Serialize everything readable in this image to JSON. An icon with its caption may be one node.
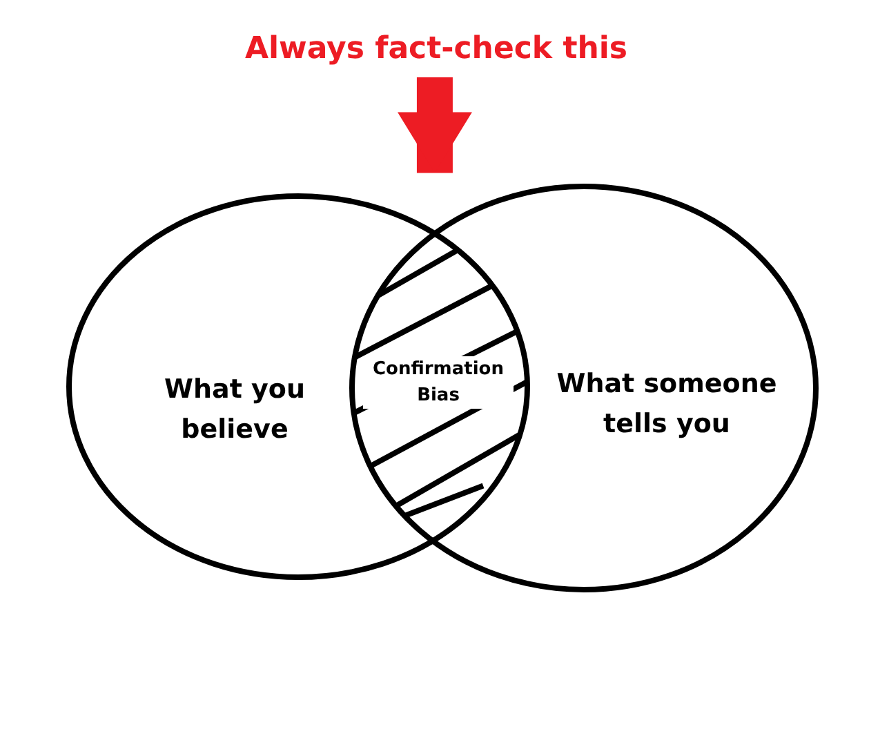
{
  "diagram": {
    "nodes": [
      {
        "text": [
          "Always fact-check this"
        ]
      },
      {
        "text": [
          "What you believe"
        ]
      },
      {
        "text": [
          "What someone tells you"
        ]
      },
      {
        "text": [
          "Confirmation Bias"
        ]
      }
    ],
    "edges": [
      {
        "from": 0,
        "to": 3,
        "arrow": "to",
        "color": "#ed1c24"
      }
    ]
  }
}
